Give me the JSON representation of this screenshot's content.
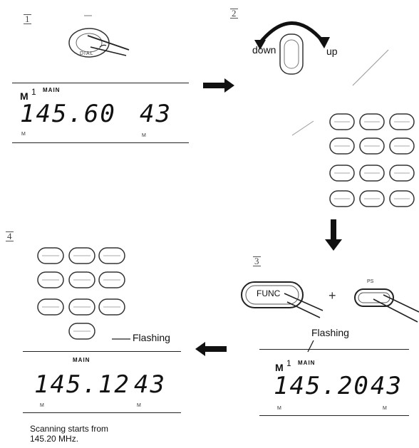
{
  "steps": {
    "s1": {
      "number": "1",
      "knob_label": "DIAL"
    },
    "s2": {
      "number": "2",
      "down_label": "down",
      "up_label": "up"
    },
    "s3": {
      "number": "3",
      "button_label": "FUNC",
      "key_label": "PS",
      "flashing": "Flashing"
    },
    "s4": {
      "number": "4",
      "flashing": "Flashing",
      "caption_line1": "Scanning starts from",
      "caption_line2": "145.20 MHz."
    }
  },
  "displays": {
    "d1": {
      "mode": "M",
      "channel": "1",
      "band": "MAIN",
      "freq": "145.60",
      "ch": "43",
      "m_left": "M",
      "m_right": "M"
    },
    "d3": {
      "mode": "M",
      "channel": "1",
      "band": "MAIN",
      "freq": "145.20",
      "ch": "43",
      "m_left": "M",
      "m_right": "M"
    },
    "d4": {
      "band": "MAIN",
      "freq": "145.12",
      "ch": "43",
      "m_left": "M",
      "m_right": "M"
    }
  }
}
